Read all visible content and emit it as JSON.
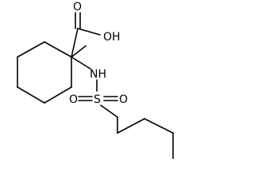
{
  "molecule": {
    "atoms": {
      "carbonyl_oxygen": "O",
      "hydroxyl": "OH",
      "amine": "NH",
      "sulfur": "S",
      "sulfonyl_oxygen_left": "O",
      "sulfonyl_oxygen_right": "O"
    },
    "colors": {
      "bond": "#000000",
      "label": "#000000",
      "background": "#ffffff"
    }
  }
}
